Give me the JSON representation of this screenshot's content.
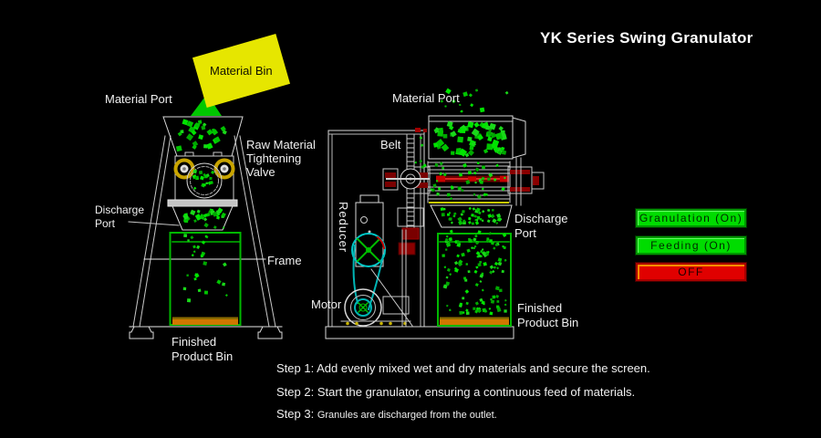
{
  "title": "YK Series Swing Granulator",
  "palette": {
    "particle_green": "#00D800",
    "bin_outline_green": "#00B800",
    "product_orange": "#D07800",
    "machine_line": "#D8D8D8",
    "shaft_red": "#C80000",
    "belt_cyan": "#00B4B4",
    "material_bin_yellow": "#E6E600",
    "button_on_green": "#00DC00",
    "button_off_red": "#E00000"
  },
  "front_view": {
    "labels": {
      "material_bin": "Material Bin",
      "material_port": "Material Port",
      "valve_line1": "Raw Material",
      "valve_line2": "Tightening",
      "valve_line3": "Valve",
      "discharge_line1": "Discharge",
      "discharge_line2": "Port",
      "frame": "Frame",
      "bin_line1": "Finished",
      "bin_line2": "Product Bin"
    }
  },
  "side_view": {
    "labels": {
      "material_port": "Material Port",
      "belt": "Belt",
      "reducer": "Reducer",
      "motor": "Motor",
      "discharge_line1": "Discharge",
      "discharge_line2": "Port",
      "bin_line1": "Finished",
      "bin_line2": "Product Bin"
    }
  },
  "controls": {
    "buttons": [
      {
        "label": "Granulation (On)",
        "state": "on"
      },
      {
        "label": "Feeding (On)",
        "state": "on"
      },
      {
        "label": "OFF",
        "state": "off"
      }
    ]
  },
  "steps": [
    {
      "label": "Step 1:",
      "text": "Add evenly mixed wet and dry materials and secure the screen."
    },
    {
      "label": "Step 2:",
      "text": "Start the granulator, ensuring a continuous feed of materials."
    },
    {
      "label": "Step 3:",
      "text": "Granules are discharged from the outlet."
    }
  ]
}
